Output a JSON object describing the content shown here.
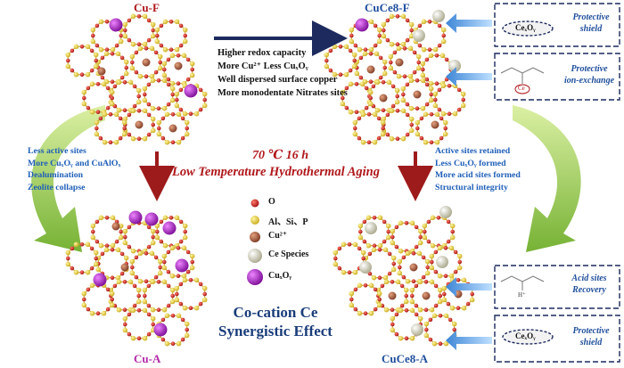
{
  "titles": {
    "cu_f": "Cu-F",
    "cuce8_f": "CuCe8-F",
    "cu_a": "Cu-A",
    "cuce8_a": "CuCe8-A"
  },
  "top_middle_list": [
    "Higher redox capacity",
    "More Cu²⁺  Less CuₓOᵧ",
    "Well dispersed surface copper",
    "More monodentate Nitrates sites"
  ],
  "left_list": [
    "Less active sites",
    "More CuₓOᵧ  and CuAlOₓ",
    "Dealumination",
    "Zeolite collapse"
  ],
  "right_list": [
    "Active sites retained",
    "Less CuₓOᵧ formed",
    "More acid sites formed",
    "Structural integrity"
  ],
  "condition": {
    "line1": "70 ℃  16 h",
    "line2": "Low Temperature Hydrothermal Aging"
  },
  "legend": [
    {
      "label": "O",
      "color": "#c0171b"
    },
    {
      "label": "Al、Si、P",
      "color": "#e6cf3c"
    },
    {
      "label": "Cu²⁺",
      "color": "#a0553a"
    },
    {
      "label": "Ce Species",
      "color": "#d9d7b8"
    },
    {
      "label": "CuₓOᵧ",
      "color": "#a51fbf"
    }
  ],
  "synergy": {
    "line1": "Co-cation Ce",
    "line2": "Synergistic Effect"
  },
  "side_boxes": [
    {
      "label_line1": "Protective",
      "label_line2": "shield",
      "chip": "CeₓOᵧ"
    },
    {
      "label_line1": "Protective",
      "label_line2": "ion-exchange",
      "chip": "Ce"
    },
    {
      "label_line1": "Acid sites",
      "label_line2": "Recovery",
      "chip": "H⁺"
    },
    {
      "label_line1": "Protective",
      "label_line2": "shield",
      "chip": "CeₓOᵧ"
    }
  ],
  "colors": {
    "oxygen": "#c0171b",
    "tatom": "#e6cf3c",
    "copper": "#a0553a",
    "ce": "#d9d7b8",
    "cuxoy": "#a51fbf",
    "arrow_red": "#9e1b1b",
    "arrow_navy": "#1c2a5e",
    "arrow_green": "#8dc63f",
    "arrow_blue": "#4a90d9"
  }
}
